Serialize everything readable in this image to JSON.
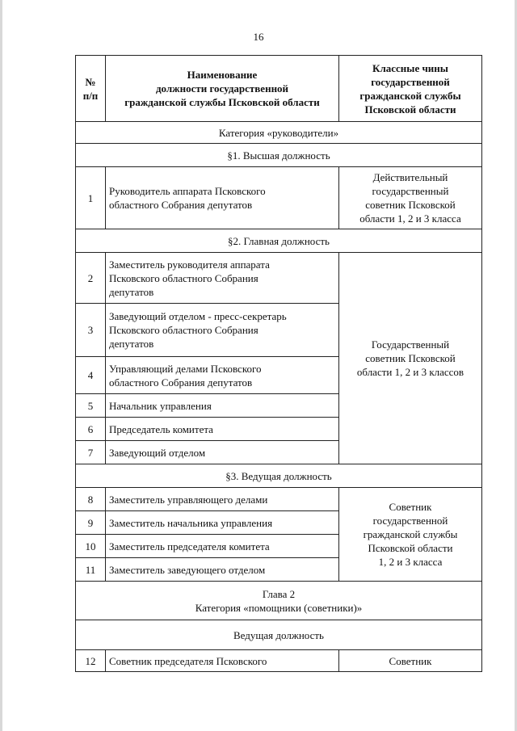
{
  "page_number": "16",
  "header": {
    "num": "№\nп/п",
    "name": "Наименование\nдолжности государственной\nгражданской службы Псковской области",
    "rank": "Классные чины\nгосударственной\nгражданской службы\nПсковской области"
  },
  "category1": "Категория «руководители»",
  "section1": "§1. Высшая должность",
  "row1": {
    "num": "1",
    "name": "Руководитель аппарата Псковского\nобластного Собрания депутатов",
    "rank": "Действительный\nгосударственный\nсоветник Псковской\nобласти 1, 2 и 3 класса"
  },
  "section2": "§2. Главная должность",
  "rows2": [
    {
      "num": "2",
      "name": "Заместитель руководителя аппарата\nПсковского областного Собрания\nдепутатов"
    },
    {
      "num": "3",
      "name": "Заведующий отделом - пресс-секретарь\nПсковского областного Собрания\nдепутатов"
    },
    {
      "num": "4",
      "name": "Управляющий делами Псковского\nобластного Собрания депутатов"
    },
    {
      "num": "5",
      "name": "Начальник управления"
    },
    {
      "num": "6",
      "name": "Председатель комитета"
    },
    {
      "num": "7",
      "name": "Заведующий отделом"
    }
  ],
  "rank2": "Государственный\nсоветник Псковской\nобласти 1, 2 и 3 классов",
  "section3": "§3. Ведущая должность",
  "rows3": [
    {
      "num": "8",
      "name": "Заместитель управляющего делами"
    },
    {
      "num": "9",
      "name": "Заместитель начальника управления"
    },
    {
      "num": "10",
      "name": "Заместитель председателя комитета"
    },
    {
      "num": "11",
      "name": "Заместитель заведующего отделом"
    }
  ],
  "rank3": "Советник\nгосударственной\nгражданской службы\nПсковской области\n1, 2 и 3 класса",
  "chapter2": {
    "title": "Глава 2",
    "category": "Категория «помощники (советники)»"
  },
  "section4": "Ведущая должность",
  "row12": {
    "num": "12",
    "name": "Советник председателя Псковского",
    "rank": "Советник"
  }
}
